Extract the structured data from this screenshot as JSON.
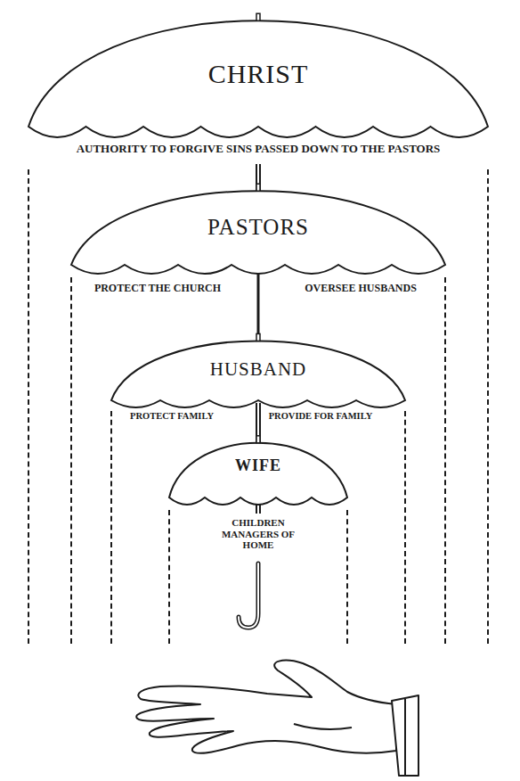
{
  "diagram": {
    "nodes": [
      {
        "text": [
          "CHRIST",
          "AUTHORITY TO FORGIVE SINS PASSED DOWN TO THE PASTORS"
        ]
      },
      {
        "text": [
          "PASTORS",
          "PROTECT THE CHURCH",
          "OVERSEE HUSBANDS"
        ],
        "in": 0
      },
      {
        "text": [
          "HUSBAND",
          "PROTECT FAMILY",
          "PROVIDE FOR FAMILY"
        ],
        "in": 1
      },
      {
        "text": [
          "WIFE",
          "CHILDREN MANAGERS OF HOME"
        ],
        "in": 2
      }
    ]
  }
}
